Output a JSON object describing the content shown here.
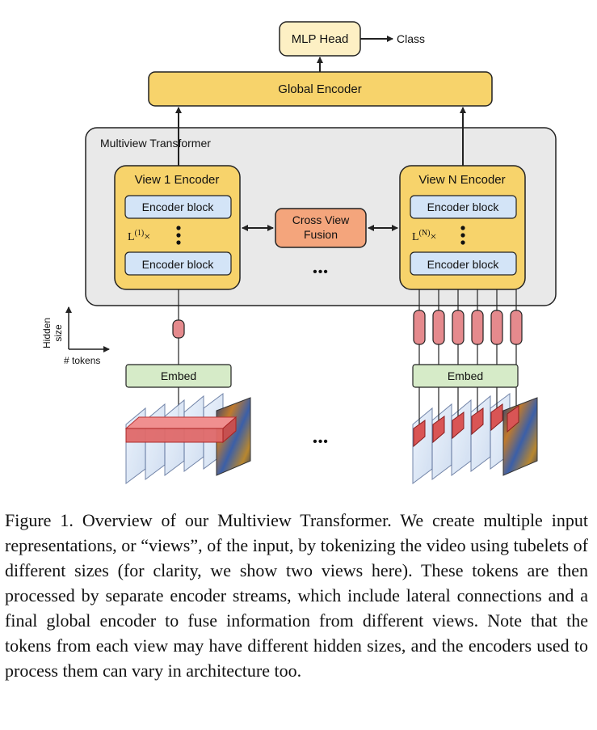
{
  "diagram": {
    "mlp_head": "MLP Head",
    "class_label": "Class",
    "global_encoder": "Global Encoder",
    "multiview_transformer": "Multiview Transformer",
    "view1_encoder": "View 1 Encoder",
    "viewN_encoder": "View N Encoder",
    "encoder_block": "Encoder block",
    "cross_view_fusion_line1": "Cross View",
    "cross_view_fusion_line2": "Fusion",
    "l1_repeat": {
      "base": "L",
      "sup": "(1)",
      "times": "×"
    },
    "lN_repeat": {
      "base": "L",
      "sup": "(N)",
      "times": "×"
    },
    "ellipsis": "•••",
    "axis_y_line1": "Hidden",
    "axis_y_line2": "size",
    "axis_x": "# tokens",
    "embed": "Embed"
  },
  "colors": {
    "yellow": "#f7d36b",
    "yellow_light": "#fdf0c4",
    "blue_block": "#d3e4f7",
    "orange": "#f4a57c",
    "green": "#d6ebc8",
    "token_red": "#e58a8d",
    "panel_gray": "#e9e9e9"
  },
  "caption": "Figure 1. Overview of our Multiview Transformer. We create multiple input representations, or “views”, of the input, by tokenizing the video using tubelets of different sizes (for clarity, we show two views here). These tokens are then processed by separate encoder streams, which include lateral connections and a final global encoder to fuse information from different views. Note that the tokens from each view may have different hidden sizes, and the encoders used to process them can vary in architecture too."
}
